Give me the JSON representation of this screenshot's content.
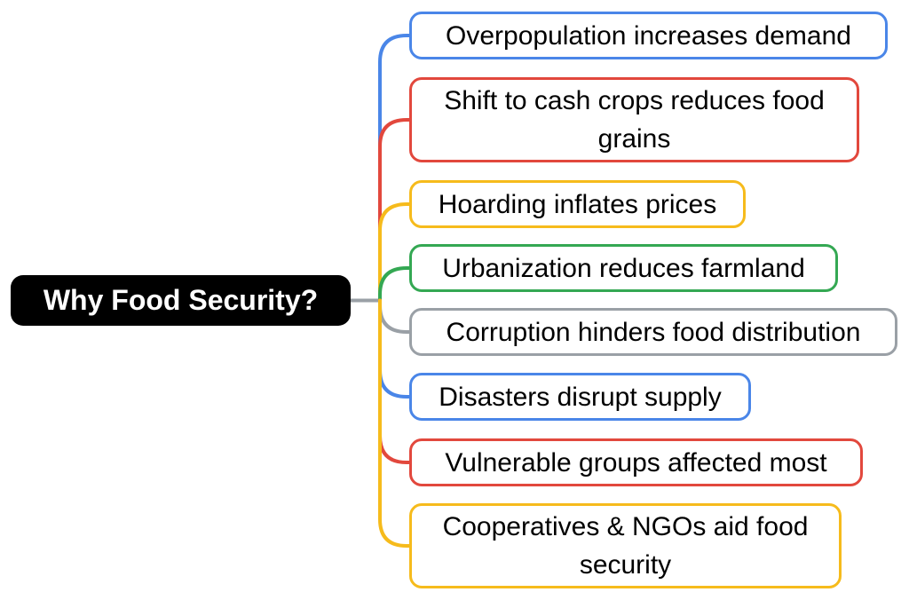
{
  "root": {
    "label": "Why Food Security?"
  },
  "branches": [
    {
      "label": "Overpopulation increases demand",
      "color": "#4A86E8"
    },
    {
      "label": "Shift to cash crops reduces food grains",
      "color": "#E2483D"
    },
    {
      "label": "Hoarding inflates prices",
      "color": "#F6BB1C"
    },
    {
      "label": "Urbanization reduces farmland",
      "color": "#34A853"
    },
    {
      "label": "Corruption hinders food distribution",
      "color": "#9AA0A6"
    },
    {
      "label": "Disasters disrupt supply",
      "color": "#4A86E8"
    },
    {
      "label": "Vulnerable groups affected most",
      "color": "#E2483D"
    },
    {
      "label": "Cooperatives & NGOs aid food security",
      "color": "#F6BB1C"
    }
  ],
  "root_connector_color": "#9AA0A6"
}
